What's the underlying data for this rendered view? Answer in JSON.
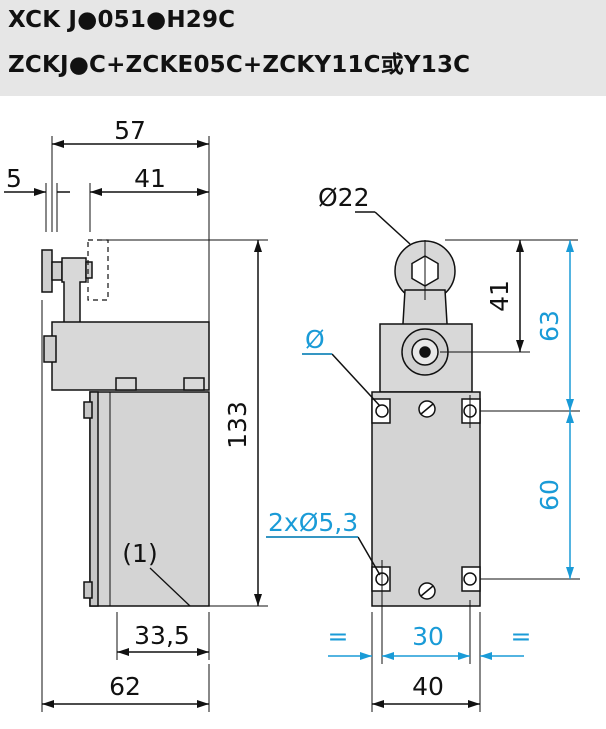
{
  "header": {
    "line1": "XCK J●051●H29C",
    "line2": "ZCKJ●C+ZCKE05C+ZCKY11C或Y13C"
  },
  "colors": {
    "header_bg": "#e6e6e6",
    "dimension_blue": "#1a9bd7",
    "line_black": "#111111",
    "body_gray": "#d4d4d4"
  },
  "side_view": {
    "dim_overall_top": "57",
    "dim_offset": "5",
    "dim_lever": "41",
    "dim_height": "133",
    "dim_base": "33,5",
    "dim_width": "62",
    "note": "(1)"
  },
  "front_view": {
    "dim_roller": "Ø22",
    "dim_lever_length": "41",
    "dim_upper": "63",
    "dim_lower": "60",
    "dim_hole": "Ø",
    "dim_holes": "2xØ5,3",
    "dim_center": "30",
    "dim_equal_left": "=",
    "dim_equal_right": "=",
    "dim_width": "40"
  }
}
